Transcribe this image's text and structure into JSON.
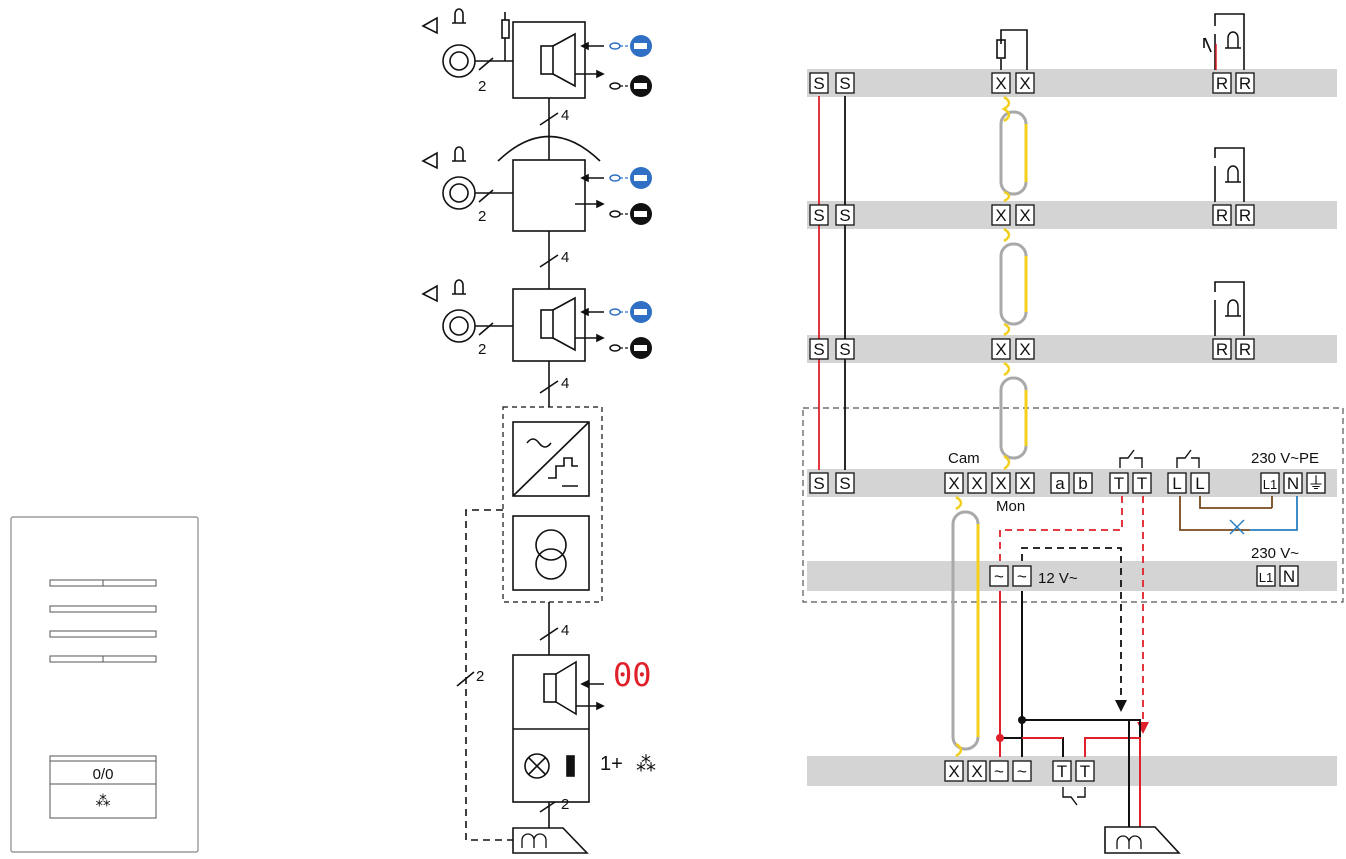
{
  "panel": {
    "counter_label": "0/0",
    "light_symbol": "⁂"
  },
  "schematic": {
    "cable_counts": {
      "bell_two": "2",
      "bus_four": "4",
      "bus_two": "2",
      "side_two": "2"
    },
    "display_digits": "00",
    "light_count": "1+",
    "light_symbol": "⁂"
  },
  "wiring": {
    "terminal_s": "S",
    "terminal_x": "X",
    "terminal_r": "R",
    "terminal_a": "a",
    "terminal_b": "b",
    "terminal_t": "T",
    "terminal_l": "L",
    "terminal_l1": "L1",
    "terminal_n": "N",
    "terminal_ground": "⏚",
    "terminal_ac": "~",
    "cam_label": "Cam",
    "mon_label": "Mon",
    "supply_pe_label": "230 V~PE",
    "supply_label": "230 V~",
    "low_voltage_label": "12 V~"
  },
  "colors": {
    "red_wire": "#e0202a",
    "black_wire": "#111111",
    "yellow_cable": "#f2cf1c",
    "grey_cable": "#a9a9a9",
    "brown_wire": "#7a4a1e",
    "blue_wire": "#2a7fc1",
    "bar_grey": "#d4d4d4",
    "button_blue": "#2f6fc4"
  }
}
